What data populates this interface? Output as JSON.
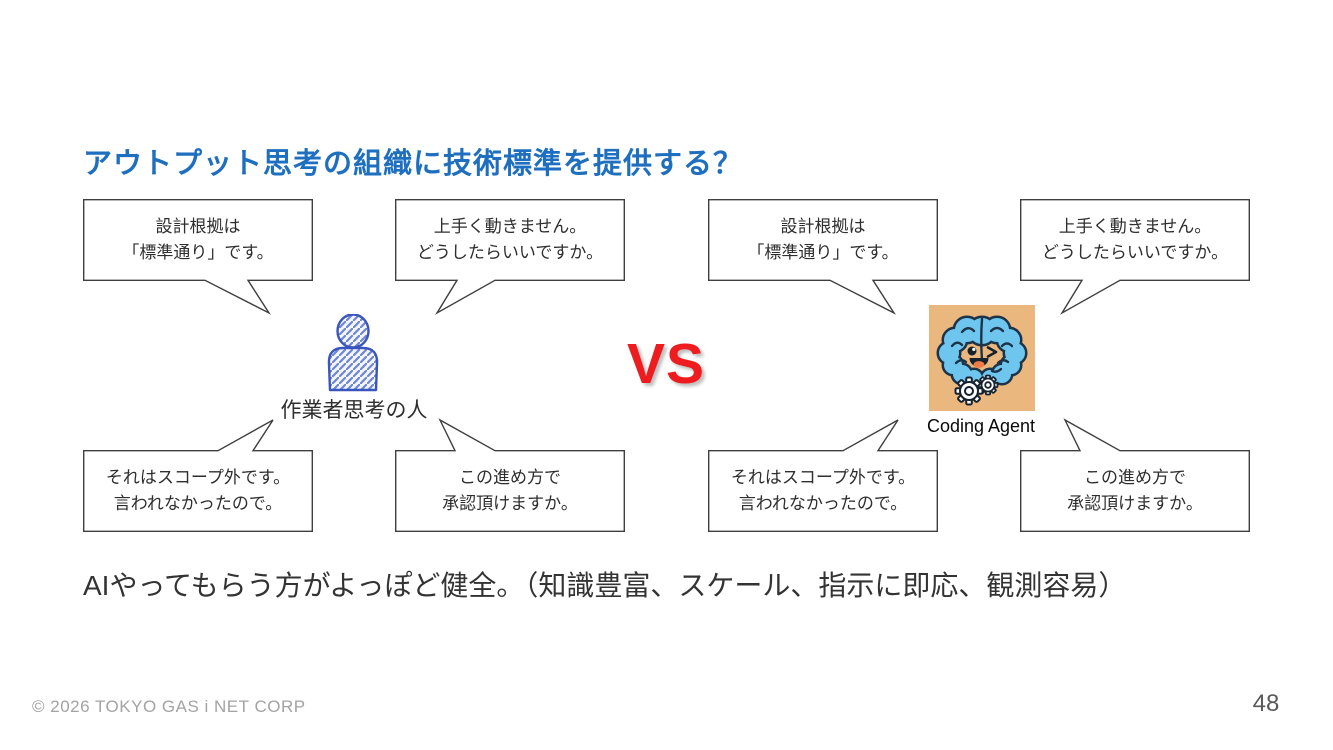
{
  "slide": {
    "title": "アウトプット思考の組織に技術標準を提供する？",
    "vs": "VS",
    "conclusion": "AIやってもらう方がよっぽど健全。（知識豊富、スケール、指示に即応、観測容易）",
    "copyright": "© 2026 TOKYO GAS i NET CORP",
    "page_number": "48"
  },
  "figures": {
    "human": {
      "label": "作業者思考の人",
      "icon": "person-sketch-icon"
    },
    "agent": {
      "label": "Coding Agent",
      "icon": "brain-gears-icon"
    }
  },
  "bubbles": {
    "design_basis": {
      "line1": "設計根拠は",
      "line2": "「標準通り」です。"
    },
    "not_working": {
      "line1": "上手く動きません。",
      "line2": "どうしたらいいですか。"
    },
    "out_of_scope": {
      "line1": "それはスコープ外です。",
      "line2": "言われなかったので。"
    },
    "approval": {
      "line1": "この進め方で",
      "line2": "承認頂けますか。"
    }
  },
  "colors": {
    "title": "#1e6fbf",
    "vs": "#ee1b1f",
    "bubble_border": "#3f3f3f",
    "body_text": "#333333",
    "footer_text": "#a3a3a3",
    "page_number": "#595959",
    "person_blue": "#3b55be",
    "brain_background": "#eab77e",
    "brain_fill": "#6ec6ee",
    "brain_outline": "#1d3348"
  }
}
